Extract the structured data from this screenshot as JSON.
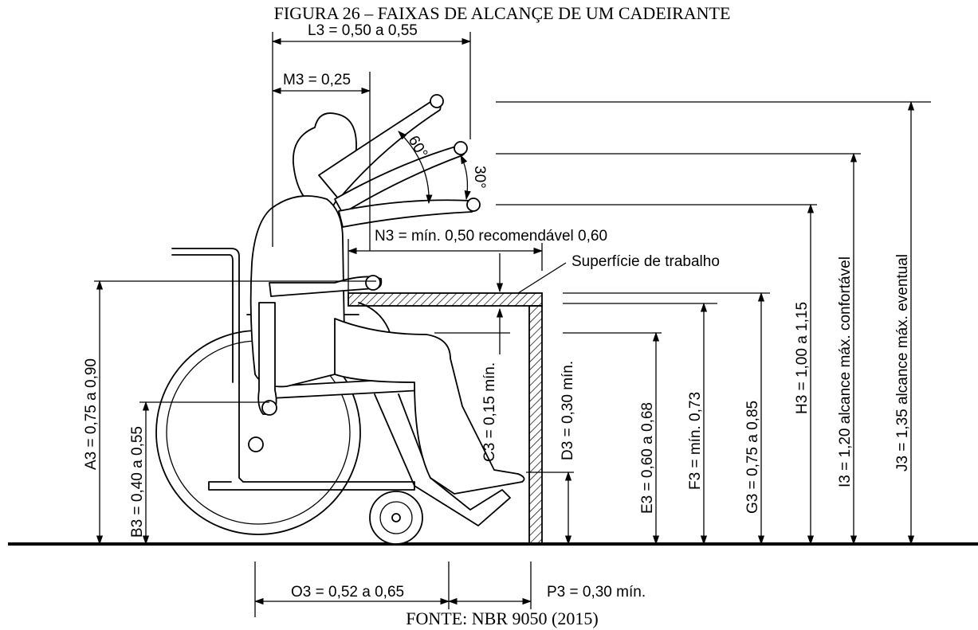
{
  "caption_top": "FIGURA 26  – FAIXAS DE ALCANÇE DE UM CADEIRANTE",
  "caption_bottom": "FONTE: NBR 9050 (2015)",
  "labels": {
    "l3": "L3 = 0,50 a 0,55",
    "m3": "M3 = 0,25",
    "n3": "N3 = mín. 0,50 recomendável 0,60",
    "surface": "Superfície de trabalho",
    "angle60": "60°",
    "angle30": "30°",
    "a3": "A3 = 0,75 a 0,90",
    "b3": "B3 = 0,40 a 0,55",
    "c3": "C3 = 0,15 mín.",
    "d3": "D3 = 0,30 mín.",
    "e3": "E3 = 0,60 a 0,68",
    "f3": "F3 = mín. 0,73",
    "g3": "G3 = 0,75 a 0,85",
    "h3": "H3 = 1,00 a 1,15",
    "i3": "I3 = 1,20 alcance máx. confortável",
    "j3": "J3 = 1,35 alcance máx. eventual",
    "o3": "O3 = 0,52 a 0,65",
    "p3": "P3 = 0,30 mín."
  }
}
